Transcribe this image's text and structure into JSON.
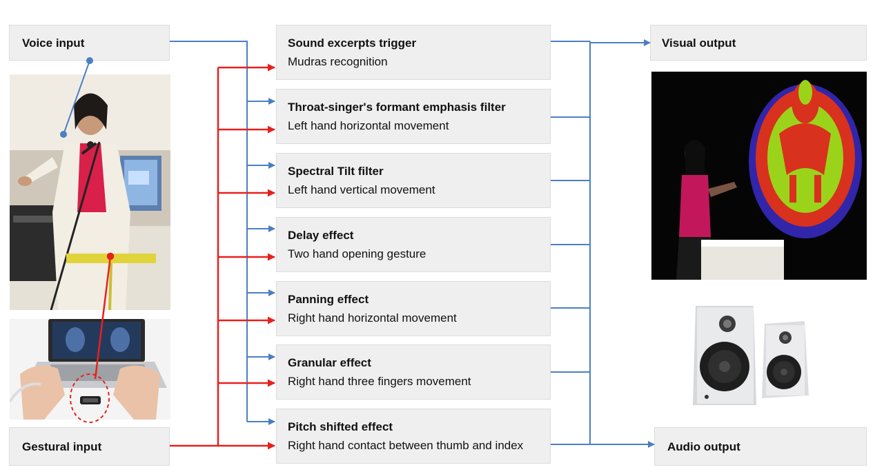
{
  "inputs": {
    "voice": "Voice input",
    "gestural": "Gestural input"
  },
  "outputs": {
    "visual": "Visual output",
    "audio": "Audio output"
  },
  "effects": [
    {
      "name": "Sound excerpts trigger",
      "gesture": "Mudras recognition"
    },
    {
      "name": "Throat-singer's formant emphasis filter",
      "gesture": "Left hand horizontal movement"
    },
    {
      "name": "Spectral Tilt filter",
      "gesture": "Left hand vertical movement"
    },
    {
      "name": "Delay effect",
      "gesture": "Two hand opening gesture"
    },
    {
      "name": "Panning effect",
      "gesture": "Right hand horizontal movement"
    },
    {
      "name": "Granular effect",
      "gesture": "Right hand three fingers movement"
    },
    {
      "name": "Pitch shifted effect",
      "gesture": "Right hand contact between thumb and index"
    }
  ],
  "colors": {
    "voice_connector": "#4a7fc1",
    "gesture_connector": "#e8201c",
    "box_fill": "#efefef"
  }
}
